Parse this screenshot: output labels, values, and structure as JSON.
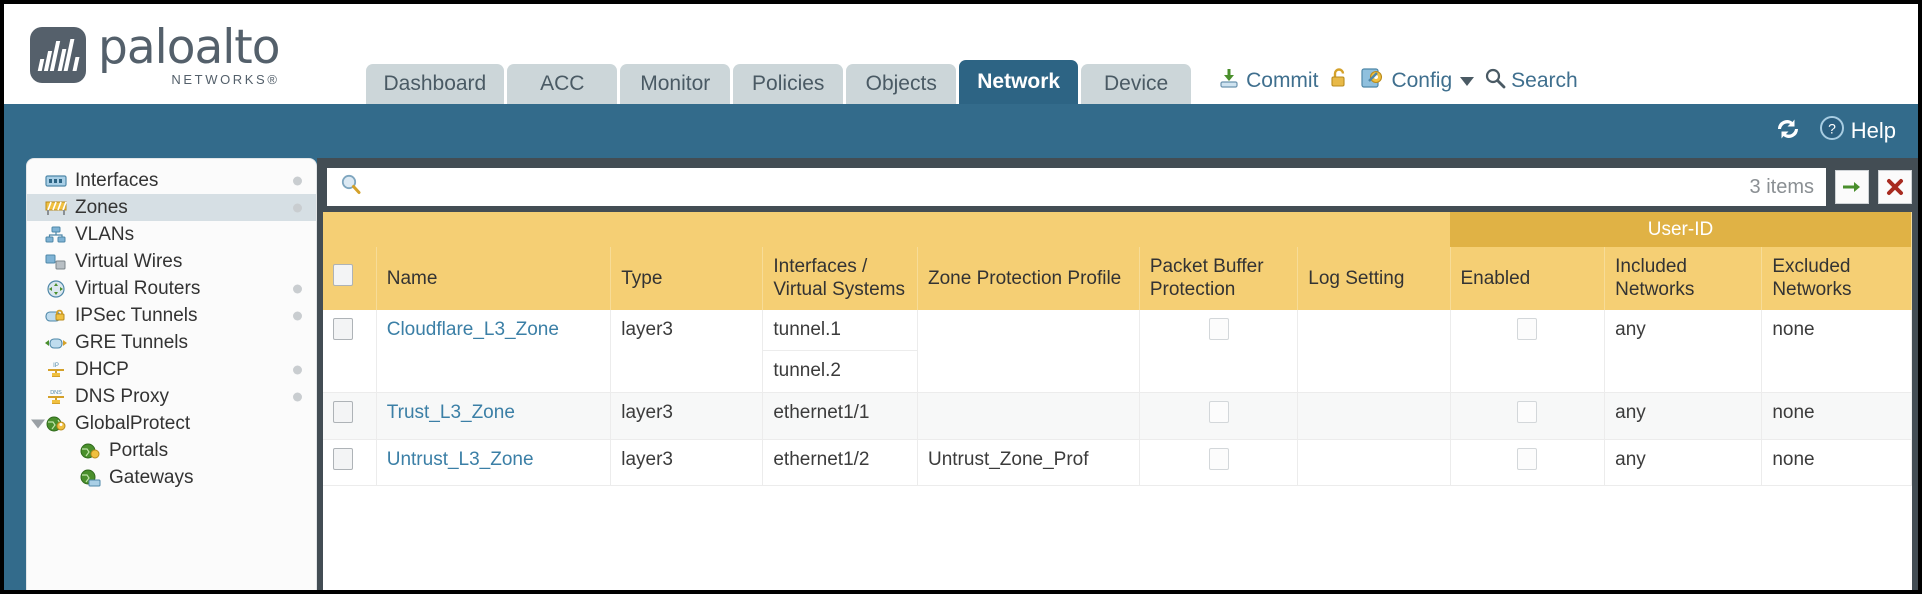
{
  "brand": {
    "name": "paloalto",
    "tagline": "NETWORKS®"
  },
  "nav": {
    "tabs": [
      {
        "label": "Dashboard",
        "active": false
      },
      {
        "label": "ACC",
        "active": false
      },
      {
        "label": "Monitor",
        "active": false
      },
      {
        "label": "Policies",
        "active": false
      },
      {
        "label": "Objects",
        "active": false
      },
      {
        "label": "Network",
        "active": true
      },
      {
        "label": "Device",
        "active": false
      }
    ]
  },
  "top_actions": {
    "commit": "Commit",
    "lock_icon": "padlock-icon",
    "config": "Config",
    "search": "Search"
  },
  "utility_bar": {
    "refresh_icon": "refresh-icon",
    "help": "Help"
  },
  "sidebar": {
    "items": [
      {
        "label": "Interfaces",
        "icon": "interfaces-icon",
        "selected": false,
        "dot": true,
        "child": false,
        "expander": false
      },
      {
        "label": "Zones",
        "icon": "zones-icon",
        "selected": true,
        "dot": true,
        "child": false,
        "expander": false
      },
      {
        "label": "VLANs",
        "icon": "vlans-icon",
        "selected": false,
        "dot": false,
        "child": false,
        "expander": false
      },
      {
        "label": "Virtual Wires",
        "icon": "virtual-wires-icon",
        "selected": false,
        "dot": false,
        "child": false,
        "expander": false
      },
      {
        "label": "Virtual Routers",
        "icon": "virtual-routers-icon",
        "selected": false,
        "dot": true,
        "child": false,
        "expander": false
      },
      {
        "label": "IPSec Tunnels",
        "icon": "ipsec-tunnels-icon",
        "selected": false,
        "dot": true,
        "child": false,
        "expander": false
      },
      {
        "label": "GRE Tunnels",
        "icon": "gre-tunnels-icon",
        "selected": false,
        "dot": false,
        "child": false,
        "expander": false
      },
      {
        "label": "DHCP",
        "icon": "dhcp-icon",
        "selected": false,
        "dot": true,
        "child": false,
        "expander": false
      },
      {
        "label": "DNS Proxy",
        "icon": "dns-proxy-icon",
        "selected": false,
        "dot": true,
        "child": false,
        "expander": false
      },
      {
        "label": "GlobalProtect",
        "icon": "globalprotect-icon",
        "selected": false,
        "dot": false,
        "child": false,
        "expander": true
      },
      {
        "label": "Portals",
        "icon": "portals-icon",
        "selected": false,
        "dot": false,
        "child": true,
        "expander": false
      },
      {
        "label": "Gateways",
        "icon": "gateways-icon",
        "selected": false,
        "dot": false,
        "child": true,
        "expander": false
      }
    ]
  },
  "search": {
    "value": "",
    "placeholder": "",
    "items_count": "3 items",
    "apply_icon": "green-arrow-icon",
    "clear_icon": "red-x-icon"
  },
  "table": {
    "group_header": "User-ID",
    "columns": [
      "Name",
      "Type",
      "Interfaces / Virtual Systems",
      "Zone Protection Profile",
      "Packet Buffer Protection",
      "Log Setting",
      "Enabled",
      "Included Networks",
      "Excluded Networks"
    ],
    "rows": [
      {
        "name": "Cloudflare_L3_Zone",
        "type": "layer3",
        "interfaces": [
          "tunnel.1",
          "tunnel.2"
        ],
        "zone_protection_profile": "",
        "packet_buffer_protection": false,
        "log_setting": "",
        "userid_enabled": false,
        "included_networks": "any",
        "excluded_networks": "none"
      },
      {
        "name": "Trust_L3_Zone",
        "type": "layer3",
        "interfaces": [
          "ethernet1/1"
        ],
        "zone_protection_profile": "",
        "packet_buffer_protection": false,
        "log_setting": "",
        "userid_enabled": false,
        "included_networks": "any",
        "excluded_networks": "none"
      },
      {
        "name": "Untrust_L3_Zone",
        "type": "layer3",
        "interfaces": [
          "ethernet1/2"
        ],
        "zone_protection_profile": "Untrust_Zone_Prof",
        "packet_buffer_protection": false,
        "log_setting": "",
        "userid_enabled": false,
        "included_networks": "any",
        "excluded_networks": "none"
      }
    ]
  },
  "colors": {
    "header_band": "#336b8b",
    "active_tab": "#2d6484",
    "table_header": "#f5cf74",
    "group_header": "#e0b245",
    "link": "#3b7fa6"
  }
}
